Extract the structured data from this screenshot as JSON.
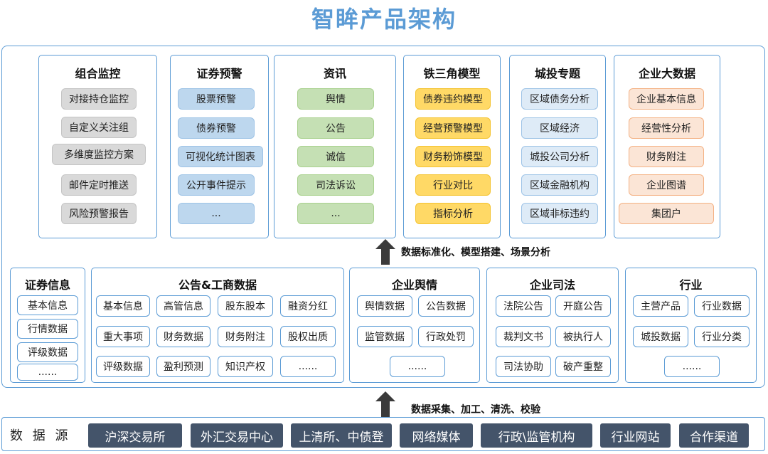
{
  "title": "智眸产品架构",
  "arrow_top_label": "数据标准化、模型搭建、场景分析",
  "arrow_bottom_label": "数据采集、加工、清洗、校验",
  "top_modules": [
    {
      "title": "组合监控",
      "items": [
        "对接持仓监控",
        "自定义关注组",
        "多维度监控方案",
        "邮件定时推送",
        "风险预警报告"
      ]
    },
    {
      "title": "证券预警",
      "items": [
        "股票预警",
        "债券预警",
        "可视化统计图表",
        "公开事件提示",
        "..."
      ]
    },
    {
      "title": "资讯",
      "items": [
        "舆情",
        "公告",
        "诚信",
        "司法诉讼",
        "..."
      ]
    },
    {
      "title": "铁三角模型",
      "items": [
        "债券违约模型",
        "经营预警模型",
        "财务粉饰模型",
        "行业对比",
        "指标分析"
      ]
    },
    {
      "title": "城投专题",
      "items": [
        "区域债务分析",
        "区域经济",
        "城投公司分析",
        "区域金融机构",
        "区域非标违约"
      ]
    },
    {
      "title": "企业大数据",
      "items": [
        "企业基本信息",
        "经营性分析",
        "财务附注",
        "企业图谱",
        "集团户"
      ]
    }
  ],
  "bottom_modules": [
    {
      "title": "证券信息",
      "items": [
        "基本信息",
        "行情数据",
        "评级数据",
        "......"
      ]
    },
    {
      "title": "公告&工商数据",
      "items": [
        "基本信息",
        "高管信息",
        "股东股本",
        "融资分红",
        "重大事项",
        "财务数据",
        "财务附注",
        "股权出质",
        "评级数据",
        "盈利预测",
        "知识产权",
        "......"
      ]
    },
    {
      "title": "企业舆情",
      "items": [
        "舆情数据",
        "公告数据",
        "监管数据",
        "行政处罚",
        "......"
      ]
    },
    {
      "title": "企业司法",
      "items": [
        "法院公告",
        "开庭公告",
        "裁判文书",
        "被执行人",
        "司法协助",
        "破产重整"
      ]
    },
    {
      "title": "行业",
      "items": [
        "主营产品",
        "行业数据",
        "城投数据",
        "行业分类",
        "......"
      ]
    }
  ],
  "data_source": {
    "label": "数 据 源",
    "items": [
      "沪深交易所",
      "外汇交易中心",
      "上清所、中债登",
      "网络媒体",
      "行政\\监管机构",
      "行业网站",
      "合作渠道"
    ]
  }
}
